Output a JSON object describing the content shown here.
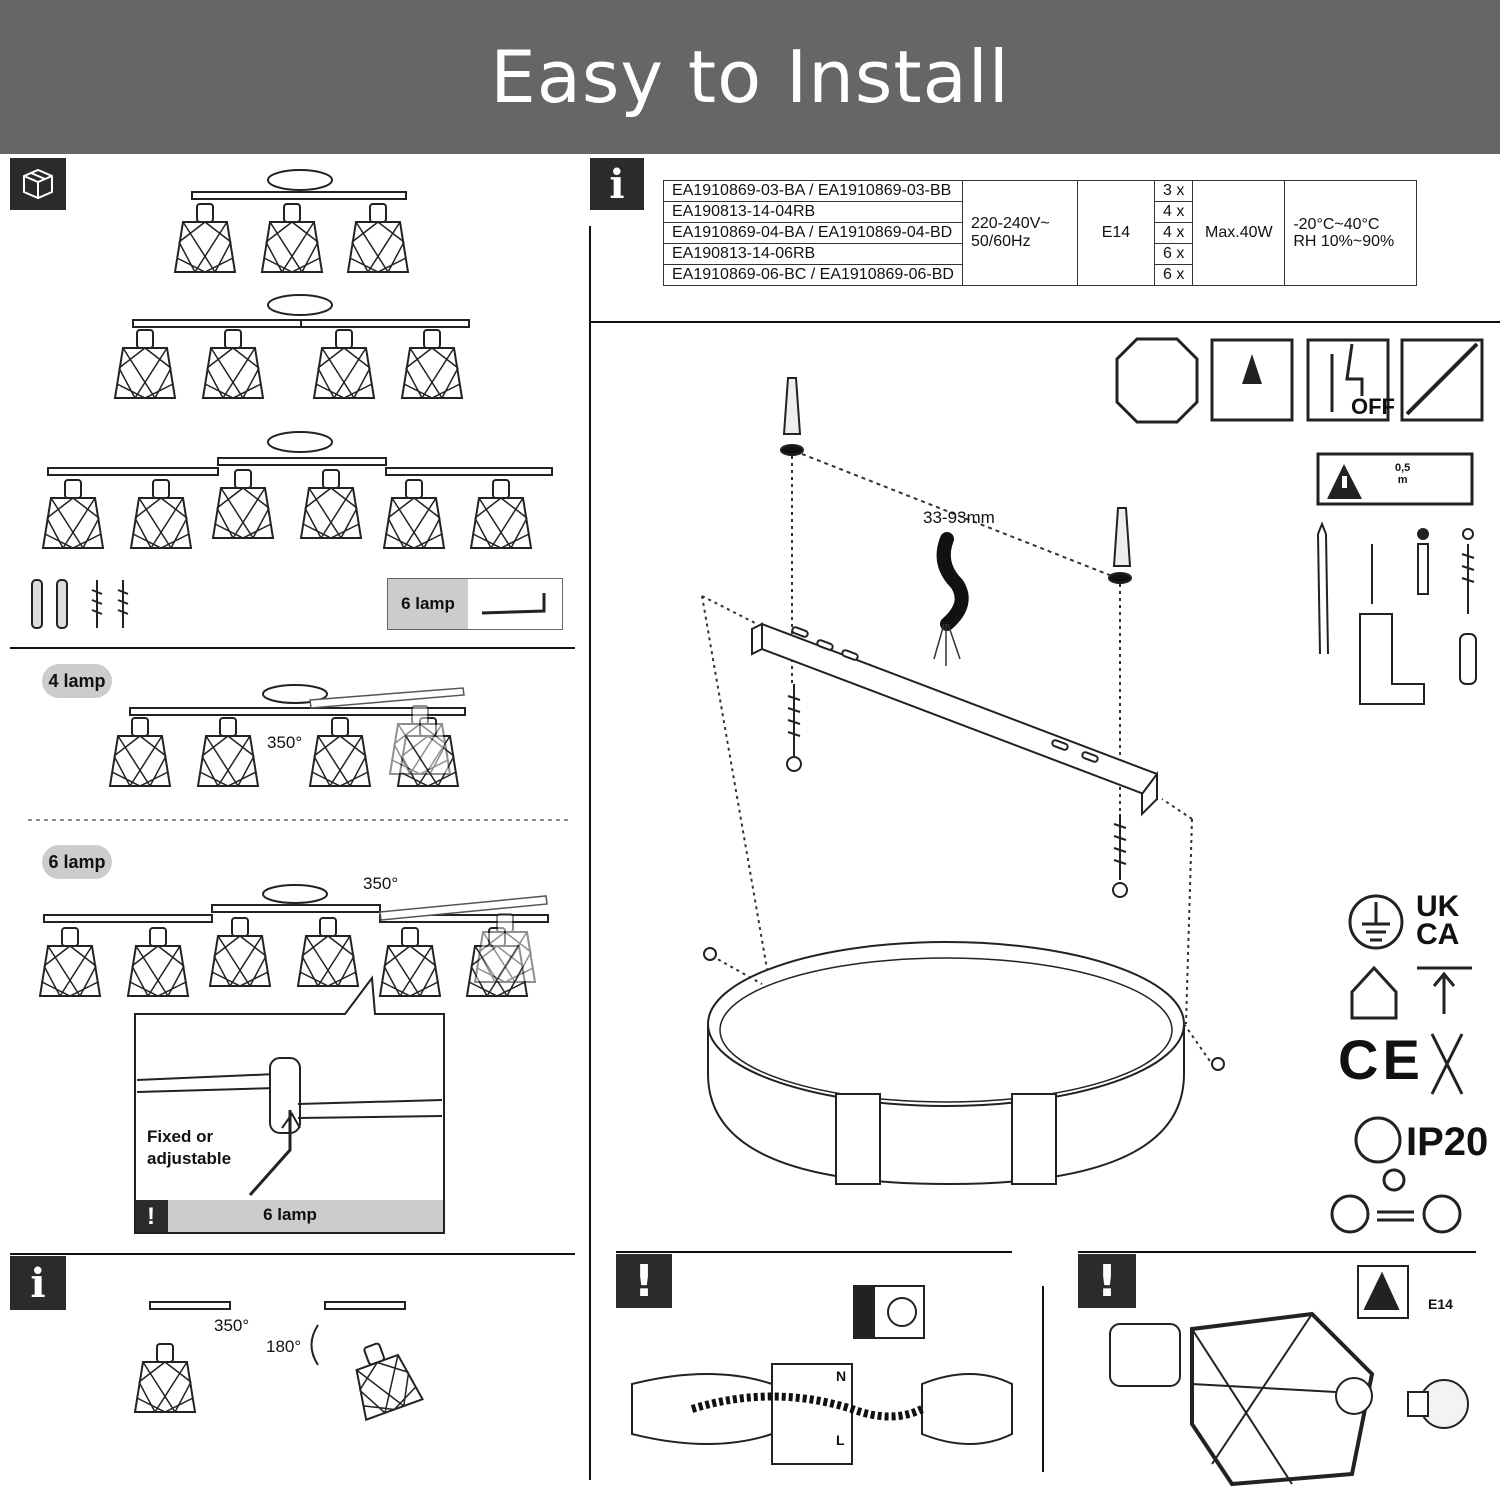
{
  "header": {
    "title": "Easy to Install"
  },
  "specs": {
    "models": [
      "EA1910869-03-BA / EA1910869-03-BB",
      "EA190813-14-04RB",
      "EA1910869-04-BA / EA1910869-04-BD",
      "EA190813-14-06RB",
      "EA1910869-06-BC / EA1910869-06-BD"
    ],
    "voltage_line1": "220-240V~",
    "voltage_line2": "50/60Hz",
    "socket": "E14",
    "quantities": [
      "3 x",
      "4 x",
      "4 x",
      "6 x",
      "6 x"
    ],
    "power": "Max.40W",
    "temp_line1": "-20°C~40°C",
    "temp_line2": "RH 10%~90%"
  },
  "left": {
    "package_label": "6 lamp",
    "section_4lamp": "4 lamp",
    "rotation_4lamp": "350°",
    "section_6lamp": "6 lamp",
    "rotation_6lamp": "350°",
    "detail_text_line1": "Fixed or",
    "detail_text_line2": "adjustable",
    "detail_footer": "6 lamp",
    "rotate_horizontal": "350°",
    "rotate_vertical": "180°"
  },
  "main": {
    "distance": "33-93mm",
    "depth_line1": "0,5",
    "depth_line2": "m",
    "switch_label": "OFF",
    "cert_ukca_1": "UK",
    "cert_ukca_2": "CA",
    "cert_ce": "CE",
    "ip_rating": "IP20",
    "connector_n": "N",
    "connector_l": "L",
    "bulb_socket": "E14"
  },
  "colors": {
    "banner": "#666666",
    "icon_block": "#2b2b2b",
    "pill": "#cccccc"
  }
}
